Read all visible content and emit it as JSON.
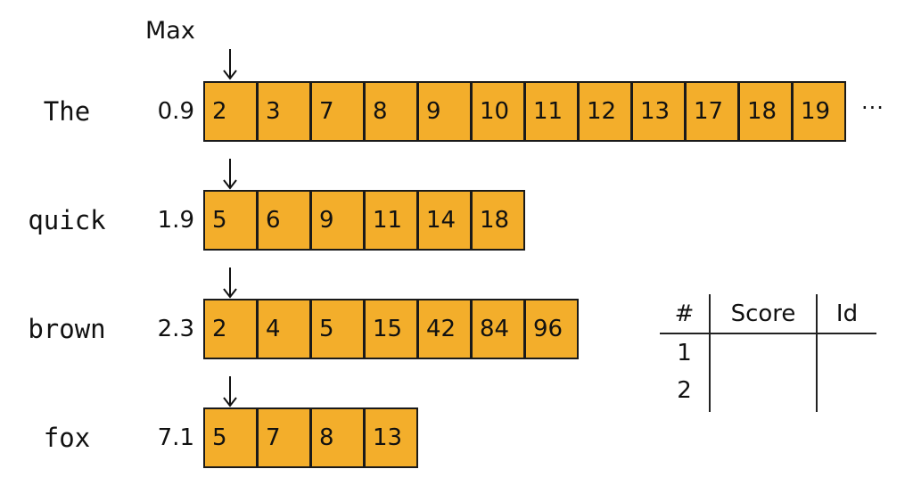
{
  "max_label": "Max",
  "postings": [
    {
      "term": "The",
      "max_score": "0.9",
      "doc_ids": [
        "2",
        "3",
        "7",
        "8",
        "9",
        "10",
        "11",
        "12",
        "13",
        "17",
        "18",
        "19"
      ],
      "continues": "···"
    },
    {
      "term": "quick",
      "max_score": "1.9",
      "doc_ids": [
        "5",
        "6",
        "9",
        "11",
        "14",
        "18"
      ]
    },
    {
      "term": "brown",
      "max_score": "2.3",
      "doc_ids": [
        "2",
        "4",
        "5",
        "15",
        "42",
        "84",
        "96"
      ]
    },
    {
      "term": "fox",
      "max_score": "7.1",
      "doc_ids": [
        "5",
        "7",
        "8",
        "13"
      ]
    }
  ],
  "results_table": {
    "headers": [
      "#",
      "Score",
      "Id"
    ],
    "ranks": [
      "1",
      "2"
    ]
  },
  "colors": {
    "cell_fill": "#f3ae2b",
    "cell_border": "#1a1a1a"
  },
  "icons": {
    "cursor": "down-arrow-icon"
  }
}
